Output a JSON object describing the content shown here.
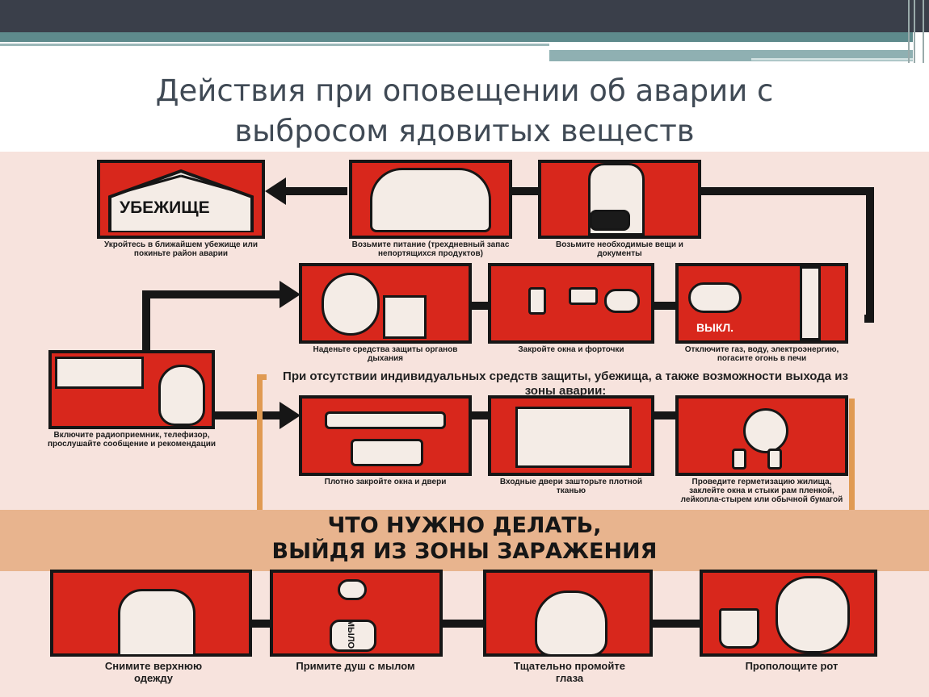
{
  "slide": {
    "title_line1": "Действия при оповещении об аварии с",
    "title_line2": "выбросом ядовитых веществ"
  },
  "poster": {
    "row1": [
      {
        "id": "shelter",
        "caption": "Укройтесь в ближайшем убежище или покиньте район аварии",
        "label": "УБЕЖИЩЕ",
        "icon": "shelter-icon"
      },
      {
        "id": "food",
        "caption": "Возьмите питание (трехдневный запас непортящихся продуктов)",
        "icon": "food-bag-icon"
      },
      {
        "id": "documents",
        "caption": "Возьмите необходимые вещи и документы",
        "icon": "person-bag-icon"
      }
    ],
    "row2": [
      {
        "id": "gasmask",
        "caption": "Наденьте средства защиты органов дыхания",
        "icon": "gas-mask-icon"
      },
      {
        "id": "windows",
        "caption": "Закройте окна и форточки",
        "icon": "window-handle-icon"
      },
      {
        "id": "utilities",
        "caption": "Отключите газ, воду, электроэнергию, погасите огонь в печи",
        "label": "ВЫКЛ.",
        "icon": "switch-off-icon"
      }
    ],
    "radio": {
      "caption": "Включите радиоприемник, телефизор, прослушайте сообщение и рекомендации",
      "icon": "radio-listener-icon"
    },
    "no_protection_heading": "При отсутствии индивидуальных средств защиты, убежища, а также возможности выхода из зоны аварии:",
    "row3": [
      {
        "id": "seal-doors",
        "caption": "Плотно закройте окна и двери",
        "icon": "door-latch-icon"
      },
      {
        "id": "cloth-door",
        "caption": "Входные двери зашторьте плотной тканью",
        "icon": "curtain-icon"
      },
      {
        "id": "hermetic",
        "caption": "Проведите герметизацию жилища, заклейте окна и стыки рам пленкой, лейкопла-стырем или обычной бумагой",
        "icon": "tape-roll-icon"
      }
    ],
    "band_line1": "ЧТО НУЖНО ДЕЛАТЬ,",
    "band_line2": "ВЫЙДЯ ИЗ ЗОНЫ ЗАРАЖЕНИЯ",
    "row4": [
      {
        "id": "clothes",
        "caption": "Снимите верхнюю одежду",
        "icon": "coat-hanger-icon"
      },
      {
        "id": "shower",
        "caption": "Примите душ с мылом",
        "label": "МЫЛО",
        "icon": "shower-icon"
      },
      {
        "id": "eyes",
        "caption": "Тщательно промойте глаза",
        "icon": "face-wash-icon"
      },
      {
        "id": "mouth",
        "caption": "Прополощите рот",
        "icon": "rinse-cup-icon"
      }
    ]
  },
  "colors": {
    "red": "#d8271c",
    "black": "#161616",
    "poster_bg": "#f7e3dd",
    "band": "#e8b48e",
    "frame": "#e09a52",
    "title": "#404a55"
  }
}
